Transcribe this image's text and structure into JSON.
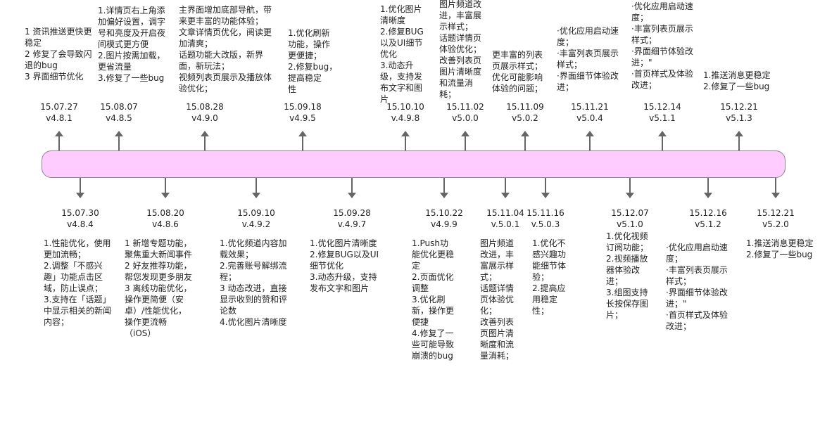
{
  "releases_above": [
    {
      "date": "15.07.27",
      "version": "v4.8.1",
      "notes": [
        "1 资讯推送更快更",
        "稳定",
        "2 修复了会导致闪",
        "退的bug",
        "3 界面细节优化"
      ]
    },
    {
      "date": "15.08.07",
      "version": "v4.8.5",
      "notes": [
        "1.详情页右上角添",
        "加偏好设置，调字",
        "号和亮度及开启夜",
        "间模式更方便",
        "2.图片按需加载，",
        "更省流量",
        "3.修复了一些bug"
      ]
    },
    {
      "date": "15.08.28",
      "version": "v4.9.0",
      "notes": [
        "主界面增加底部导航，带",
        "来更丰富的功能体验；",
        "文章详情页优化，阅读更",
        "加清爽；",
        "话题功能大改版，新界",
        "面，新玩法；",
        "视频列表页展示及播放体",
        "验优化；"
      ]
    },
    {
      "date": "15.09.18",
      "version": "v4.9.5",
      "notes": [
        "1.优化刷新",
        "功能，操作",
        "更便捷；",
        "2.修复bug，",
        "提高稳定",
        "性"
      ]
    },
    {
      "date": "15.10.10",
      "version": "v.4.9.8",
      "notes": [
        "1.优化图片",
        "清晰度",
        "2.修复BUG",
        "以及UI细节",
        "优化",
        "3.动态升",
        "级，支持发",
        "布文字和图",
        "片"
      ]
    },
    {
      "date": "15.11.02",
      "version": "v5.0.0",
      "notes": [
        "图片频道改",
        "进，丰富展",
        "示样式；",
        "话题详情页",
        "体验优化；",
        "改善列表页",
        "图片清晰度",
        "和流量消",
        "耗；"
      ]
    },
    {
      "date": "15.11.09",
      "version": "v5.0.2",
      "notes": [
        "更丰富的列表",
        "页展示样式；",
        "优化可能影响",
        "体验的问题；"
      ]
    },
    {
      "date": "15.11.21",
      "version": "v5.0.4",
      "notes": [
        "·优化应用启动速",
        "度；",
        "·丰富列表页展示",
        "样式；",
        "·界面细节体验改",
        "进；"
      ]
    },
    {
      "date": "15.12.14",
      "version": "v5.1.1",
      "notes": [
        "·优化应用启动速",
        "度；",
        "·丰富列表页展示",
        "样式；",
        "·界面细节体验改",
        "进；\"",
        "·首页样式及体验",
        "改进；"
      ]
    },
    {
      "date": "15.12.21",
      "version": "v5.1.3",
      "notes": [
        "1.推送消息更稳定",
        "2.修复了一些bug"
      ]
    }
  ],
  "releases_below": [
    {
      "date": "15.07.30",
      "version": "v4.8.4",
      "notes": [
        "1.性能优化，使用",
        "更加流畅；",
        "2.调整「不感兴",
        "趣」功能点击区",
        "域，防止误点；",
        "3.支持在「话题」",
        "中显示相关的新闻",
        "内容；"
      ]
    },
    {
      "date": "15.08.20",
      "version": "v4.8.6",
      "notes": [
        "1 新增专题功能，",
        "聚焦重大新闻事件",
        "2 好友推荐功能，",
        "帮您发现更多朋友",
        "3 离线功能优化，",
        "操作更简便（安",
        "卓）/性能优化，",
        "操作更流畅",
        "（iOS）"
      ]
    },
    {
      "date": "15.09.10",
      "version": "v.4.9.2",
      "notes": [
        "1.优化频道内容加",
        "载效果；",
        "2.完善账号解绑流",
        "程；",
        "3 动态改进，直接",
        "显示收到的赞和评",
        "论数",
        "4.优化图片清晰度"
      ]
    },
    {
      "date": "15.09.28",
      "version": "v.4.9.7",
      "notes": [
        "1.优化图片清晰度",
        "2.修复BUG以及UI",
        "细节优化",
        "3.动态升级，支持",
        "发布文字和图片"
      ]
    },
    {
      "date": "15.10.22",
      "version": "v4.9.9",
      "notes": [
        "1.Push功",
        "能优化更稳",
        "定",
        "2.页面优化",
        "调整",
        "3.优化刷",
        "新，操作更",
        "便捷",
        "4.修复了一",
        "些可能导致",
        "崩溃的bug"
      ]
    },
    {
      "date": "15.11.04",
      "version": "v.5.0.1",
      "notes": [
        "图片频道",
        "改进，丰",
        "富展示样",
        "式；",
        "话题详情",
        "页体验优",
        "化；",
        "改善列表",
        "页图片清",
        "晰度和流",
        "量消耗；"
      ]
    },
    {
      "date": "15.11.16",
      "version": "v.5.0.3",
      "notes": [
        "1.优化不",
        "感兴趣功",
        "能细节体",
        "验；",
        "2.提高应",
        "用稳定",
        "性；"
      ]
    },
    {
      "date": "15.12.07",
      "version": "v5.1.0",
      "notes": [
        "1.优化视频",
        "订阅功能；",
        "2.视频播放",
        "器体验改",
        "进；",
        "3.组图支持",
        "长按保存图",
        "片；"
      ]
    },
    {
      "date": "15.12.16",
      "version": "v5.1.2",
      "notes": [
        "·优化应用启动速",
        "度；",
        "·丰富列表页展示",
        "样式；",
        "·界面细节体验改",
        "进；\"",
        "·首页样式及体验",
        "改进；"
      ]
    },
    {
      "date": "15.12.21",
      "version": "v5.2.0",
      "notes": [
        "1.推送消息更稳定",
        "2.修复了一些bug"
      ]
    }
  ]
}
